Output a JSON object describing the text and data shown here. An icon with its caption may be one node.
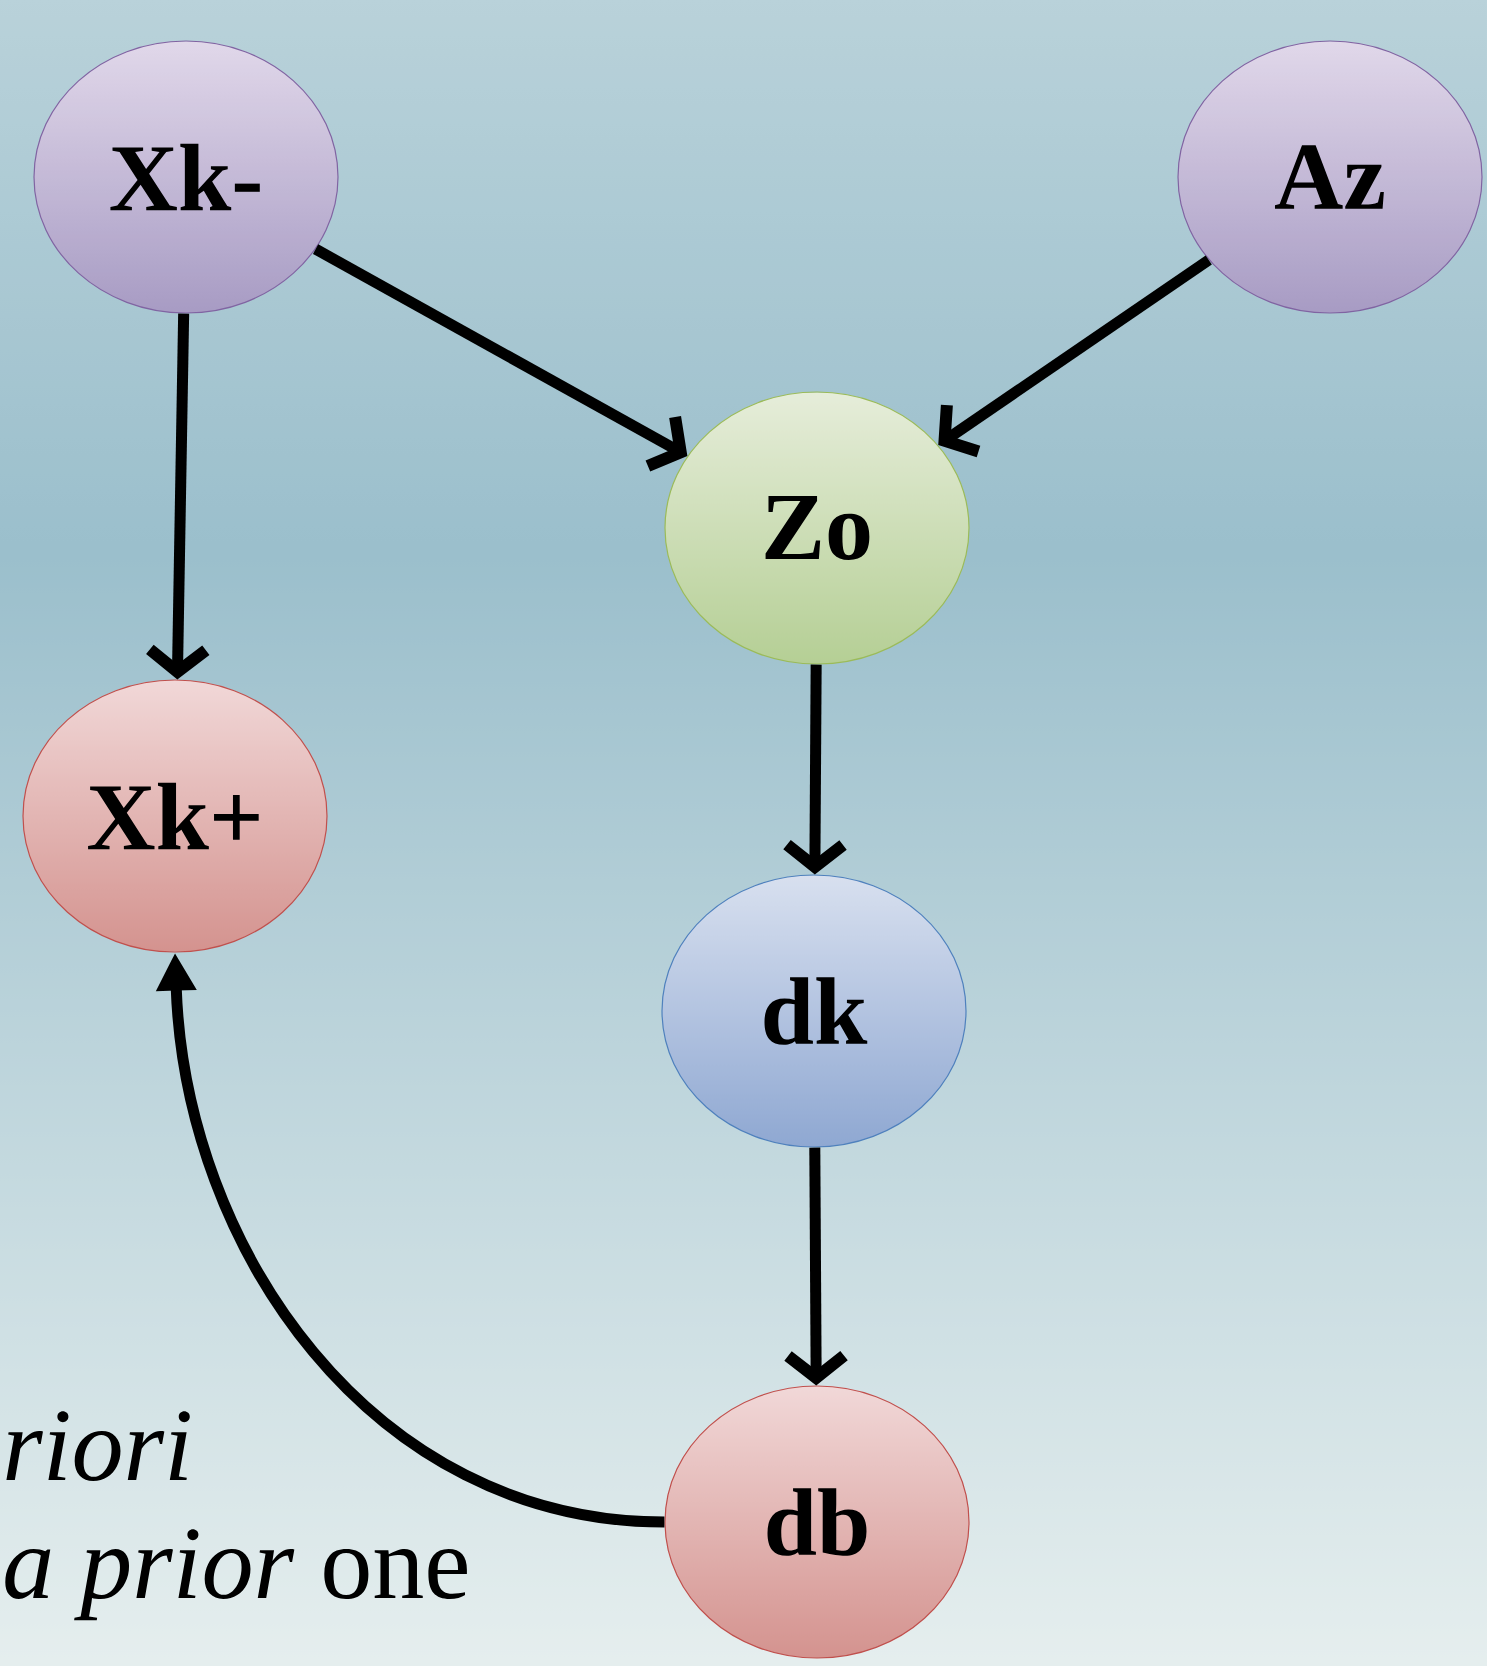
{
  "diagram": {
    "nodes": [
      {
        "text": [
          "Xk-"
        ]
      },
      {
        "text": [
          "Az"
        ]
      },
      {
        "text": [
          "Zo"
        ]
      },
      {
        "text": [
          "Xk+"
        ]
      },
      {
        "text": [
          "dk"
        ]
      },
      {
        "text": [
          "db"
        ]
      }
    ],
    "edges": [
      {
        "from": 0,
        "to": 2,
        "arrow": "to"
      },
      {
        "from": 1,
        "to": 2,
        "arrow": "to"
      },
      {
        "from": 0,
        "to": 3,
        "arrow": "to"
      },
      {
        "from": 2,
        "to": 4,
        "arrow": "to"
      },
      {
        "from": 4,
        "to": 5,
        "arrow": "to"
      },
      {
        "from": 5,
        "to": 3,
        "arrow": "to"
      }
    ],
    "labels": [
      "riori",
      "*a prior* one"
    ]
  }
}
